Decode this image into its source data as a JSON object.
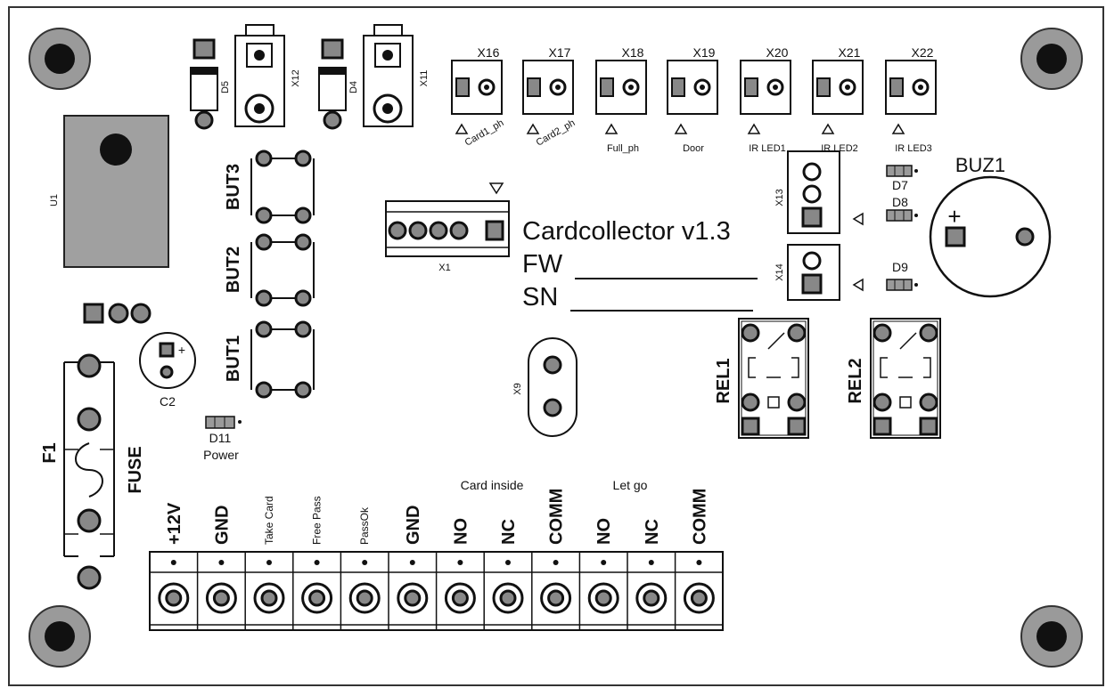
{
  "board": {
    "title_prefix": "Cardcollector v",
    "title_version": "1.3",
    "fw_label": "FW",
    "sn_label": "SN",
    "colors": {
      "copper": "#111111",
      "silk": "#111111",
      "body": "#ffffff",
      "ic": "#9b9b9b",
      "led": "#8a8a8a"
    }
  },
  "top_connectors": [
    {
      "ref": "X16",
      "label": "Card1_ph"
    },
    {
      "ref": "X17",
      "label": "Card2_ph"
    },
    {
      "ref": "X18",
      "label": "Full_ph"
    },
    {
      "ref": "X19",
      "label": "Door"
    },
    {
      "ref": "X20",
      "label": "IR LED1"
    },
    {
      "ref": "X21",
      "label": "IR LED2"
    },
    {
      "ref": "X22",
      "label": "IR LED3"
    }
  ],
  "buttons": [
    "BUT3",
    "BUT2",
    "BUT1"
  ],
  "diodes": {
    "d5": "D5",
    "d4": "D4"
  },
  "misc": {
    "x12": "X12",
    "x11": "X11",
    "u1": "U1",
    "x1": "X1",
    "x13": "X13",
    "x14": "X14",
    "x9": "X9",
    "c2": "C2",
    "c2_plus": "+",
    "d11": "D11",
    "power": "Power",
    "d7": "D7",
    "d8": "D8",
    "d9": "D9",
    "buz1": "BUZ1",
    "buz_plus": "+",
    "rel1": "REL1",
    "rel2": "REL2",
    "f1": "F1",
    "fuse": "FUSE"
  },
  "group_labels": {
    "card_inside": "Card inside",
    "let_go": "Let go"
  },
  "terminals": [
    "+12V",
    "GND",
    "Take Card",
    "Free Pass",
    "PassOk",
    "GND",
    "NO",
    "NC",
    "COMM",
    "NO",
    "NC",
    "COMM"
  ]
}
